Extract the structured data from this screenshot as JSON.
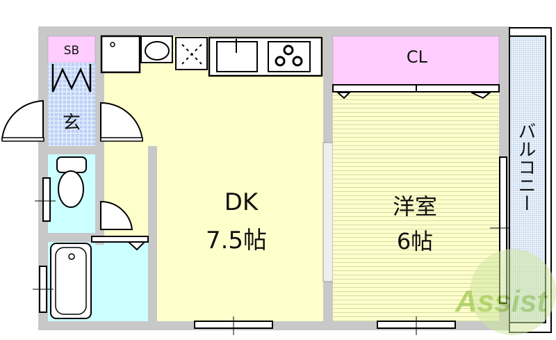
{
  "floor_plan": {
    "rooms": {
      "storage_box": "SB",
      "entrance": "玄",
      "dining_kitchen": {
        "name": "DK",
        "size": "7.5帖"
      },
      "closet": "CL",
      "western_room": {
        "name": "洋室",
        "size": "6帖"
      },
      "balcony": "バルコニー"
    },
    "watermark": "Assist"
  },
  "colors": {
    "wall": "#c8c8c8",
    "dk_floor": "#ffffcc",
    "storage": "#ffccff",
    "wet_area": "#ccffff",
    "entrance_tile": "#cfe0ff",
    "balcony": "#d6e6f5",
    "watermark": "#9ccc3c"
  }
}
